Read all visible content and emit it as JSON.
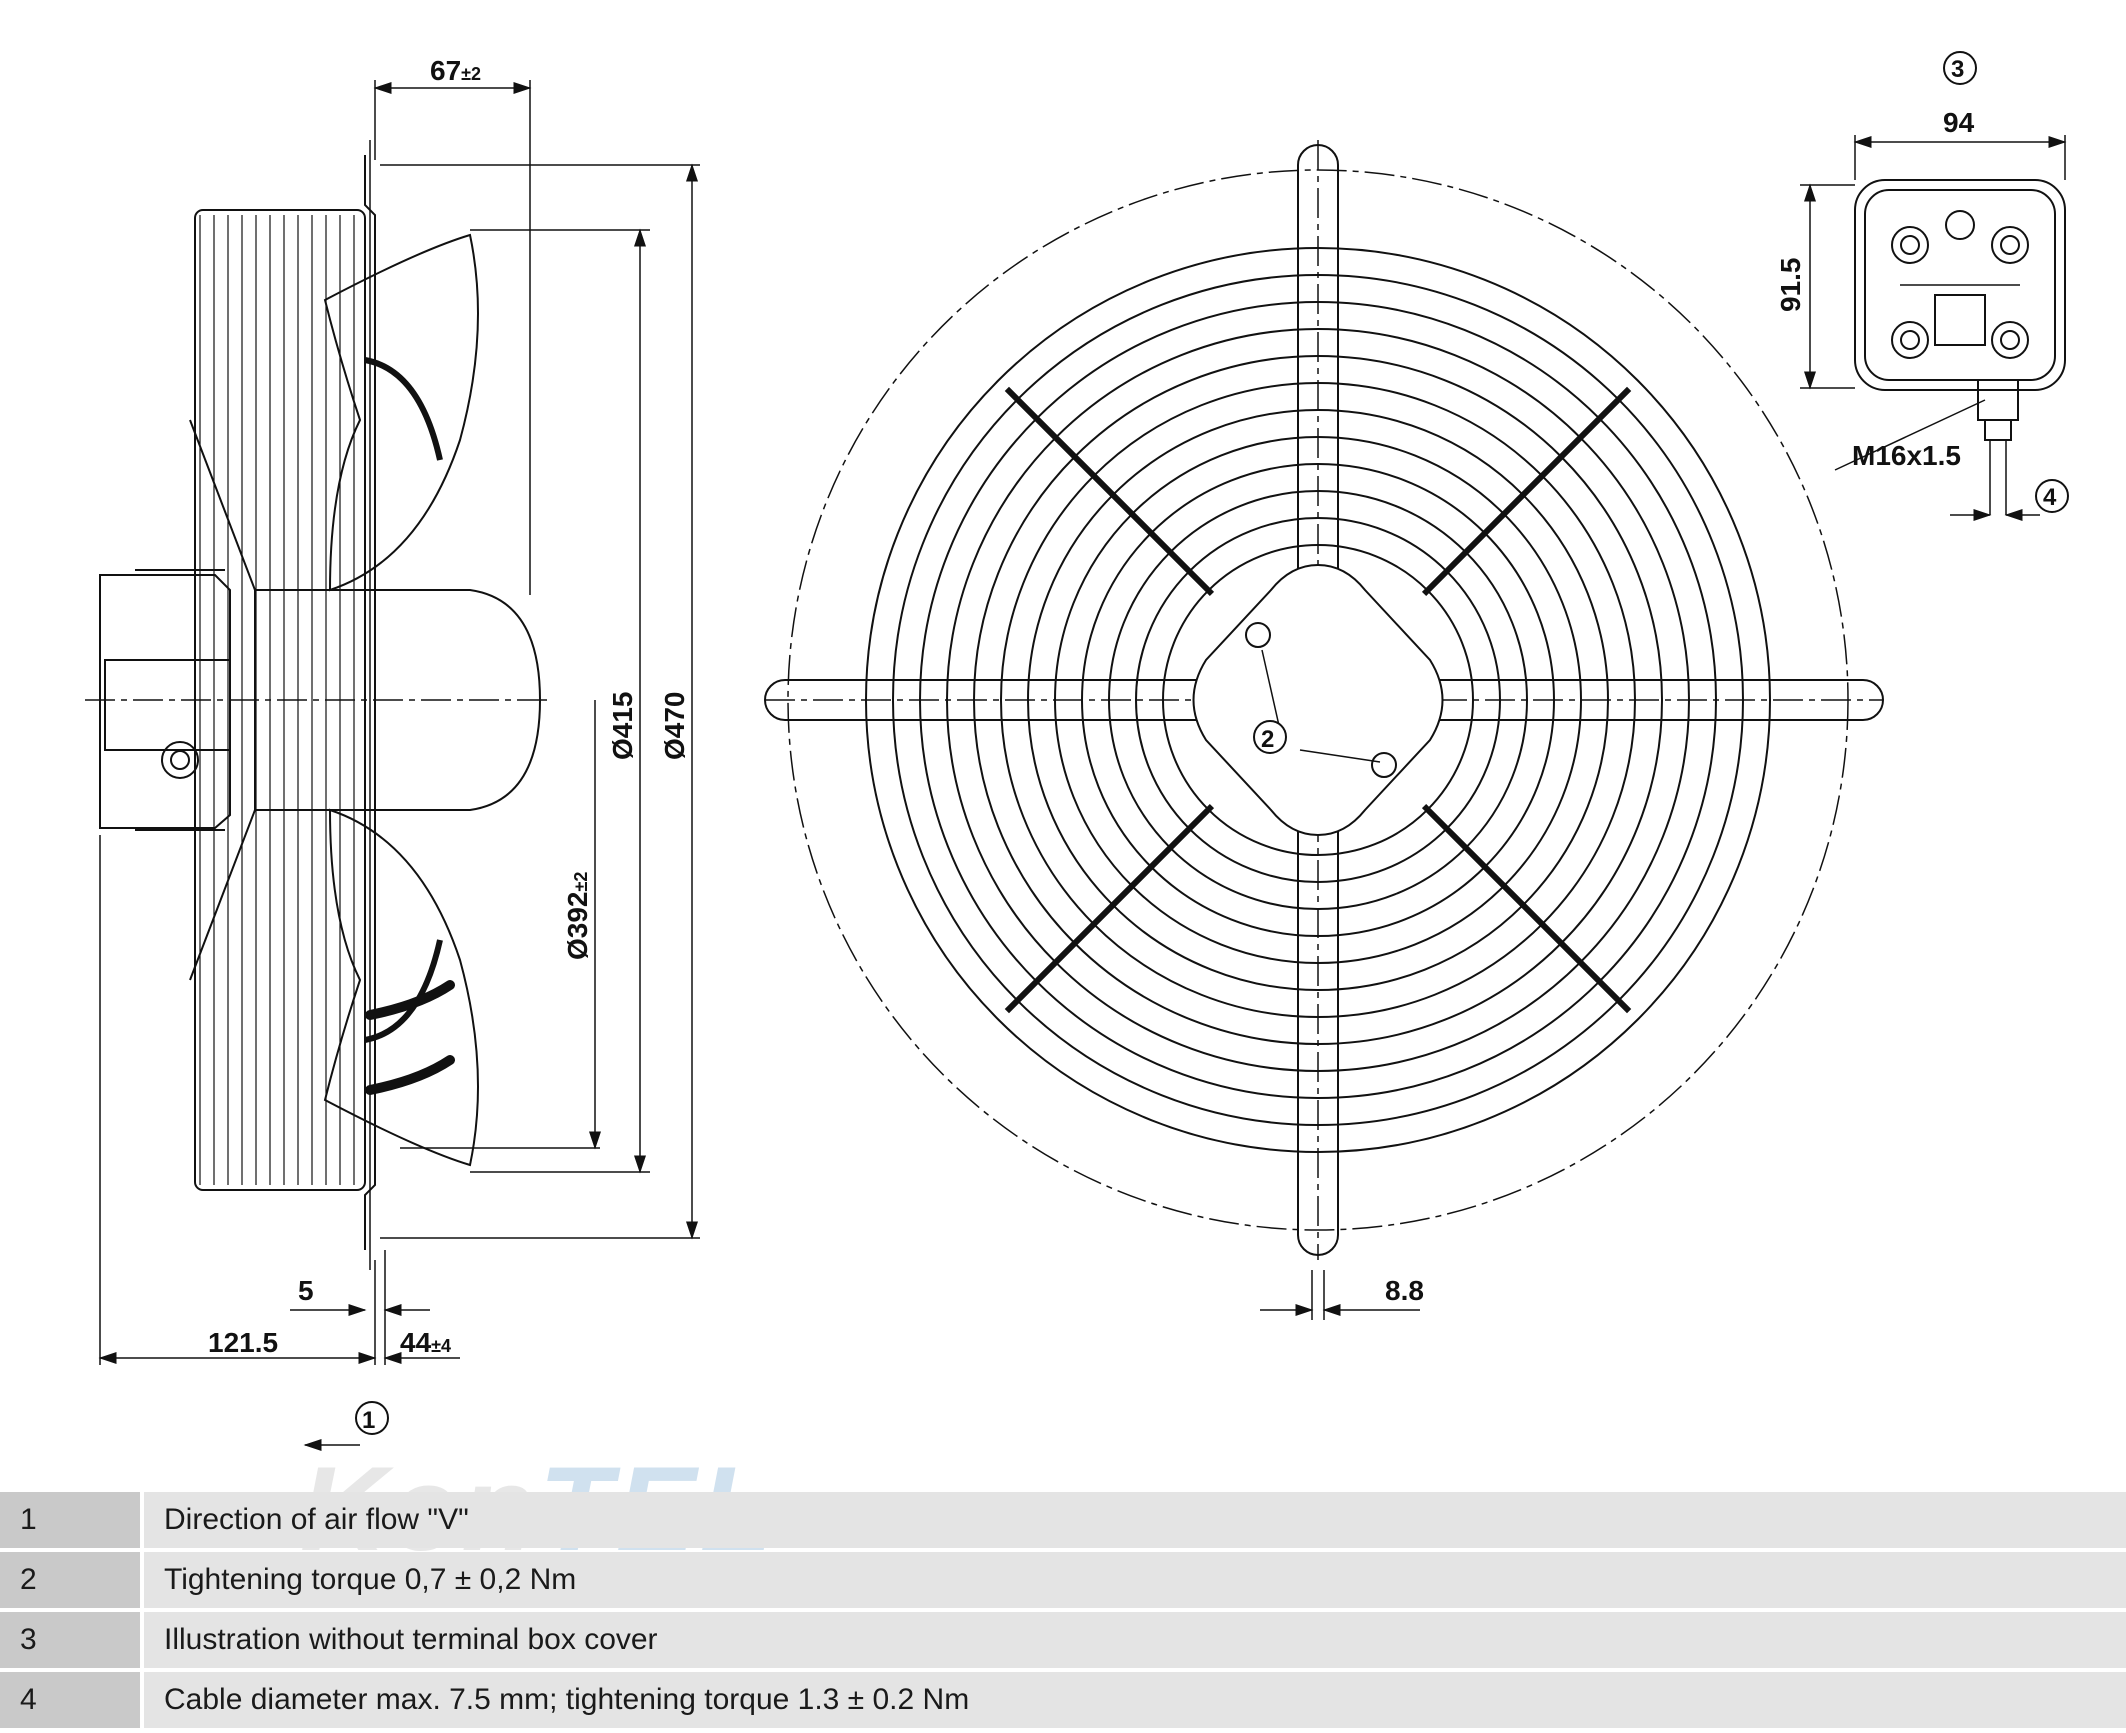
{
  "side_view": {
    "dim_top": "67",
    "dim_top_tol": "±2",
    "dia_415": "Ø415",
    "dia_470": "Ø470",
    "dia_392": "Ø392",
    "dia_392_tol": "±2",
    "dim_5": "5",
    "dim_121": "121.5",
    "dim_44": "44",
    "dim_44_tol": "±4",
    "callout_1": "1"
  },
  "front_view": {
    "callout_2": "2",
    "dim_88": "8.8"
  },
  "terminal_box": {
    "callout_3": "3",
    "dim_94": "94",
    "dim_915": "91.5",
    "thread": "M16x1.5",
    "callout_4": "4"
  },
  "watermark": {
    "part1": "Ken",
    "part2": "TEL"
  },
  "legend": [
    {
      "num": "1",
      "text": "Direction of air flow \"V\""
    },
    {
      "num": "2",
      "text": "Tightening torque 0,7 ± 0,2 Nm"
    },
    {
      "num": "3",
      "text": "Illustration without terminal box cover"
    },
    {
      "num": "4",
      "text": "Cable diameter max. 7.5 mm; tightening torque 1.3 ± 0.2 Nm"
    }
  ]
}
